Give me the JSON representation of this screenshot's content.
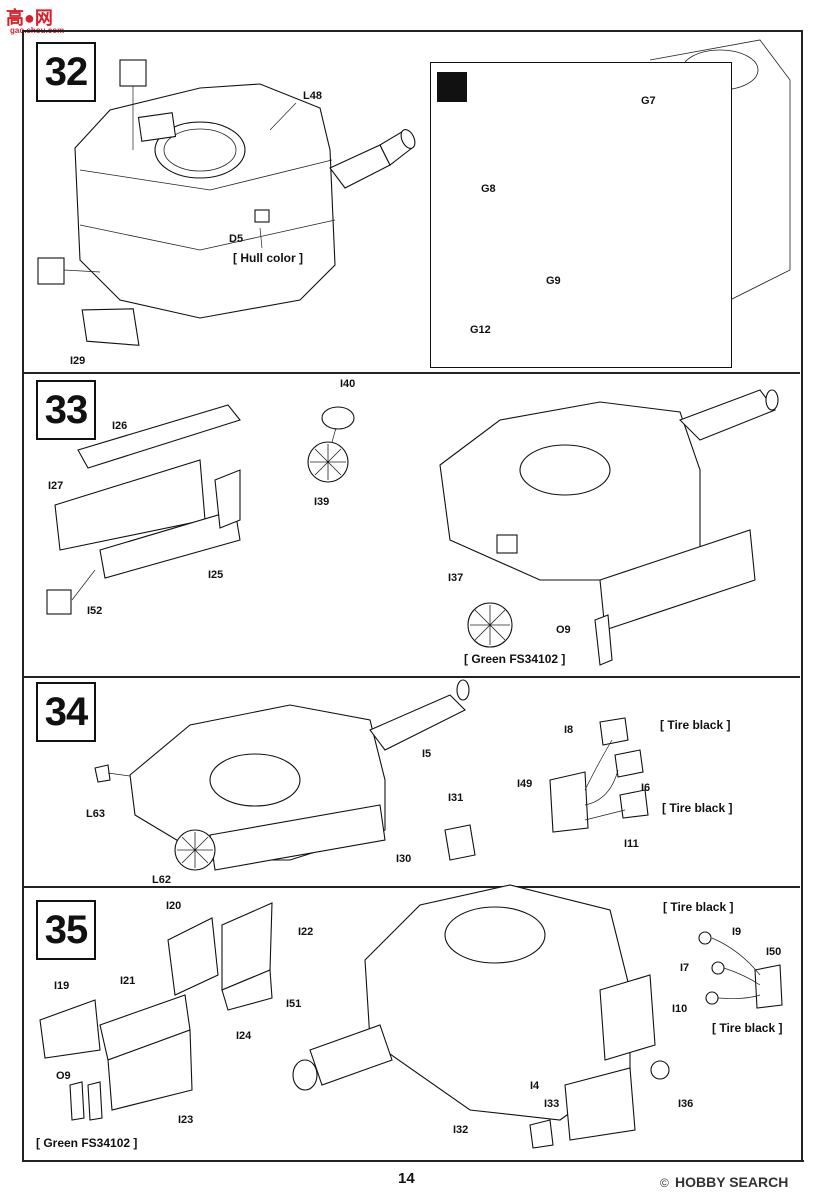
{
  "header": {
    "logo_text": "高●网",
    "logo_sub": "gao.shou.com"
  },
  "page": {
    "number": "14",
    "watermark": "HOBBY SEARCH",
    "watermark_icon": "©"
  },
  "steps": [
    {
      "number": "32",
      "labels": [
        "L48",
        "D5",
        "I29"
      ],
      "note": "[ Hull color ]",
      "inset_labels": [
        "G7",
        "G8",
        "G9",
        "G12"
      ]
    },
    {
      "number": "33",
      "labels": [
        "I40",
        "I39",
        "I26",
        "I27",
        "I25",
        "I52",
        "I37",
        "O9"
      ],
      "note": "[ Green FS34102 ]"
    },
    {
      "number": "34",
      "labels": [
        "I5",
        "I31",
        "I30",
        "L63",
        "L62",
        "I8",
        "I6",
        "I49",
        "I11"
      ],
      "notes": [
        "[ Tire black ]",
        "[ Tire black ]"
      ]
    },
    {
      "number": "35",
      "labels": [
        "I20",
        "I22",
        "I51",
        "I24",
        "I19",
        "I21",
        "O9",
        "I23",
        "I9",
        "I50",
        "I7",
        "I10",
        "I4",
        "I33",
        "I36",
        "I32"
      ],
      "notes": [
        "[ Green FS34102 ]",
        "[ Tire black ]",
        "[ Tire black ]"
      ]
    }
  ]
}
